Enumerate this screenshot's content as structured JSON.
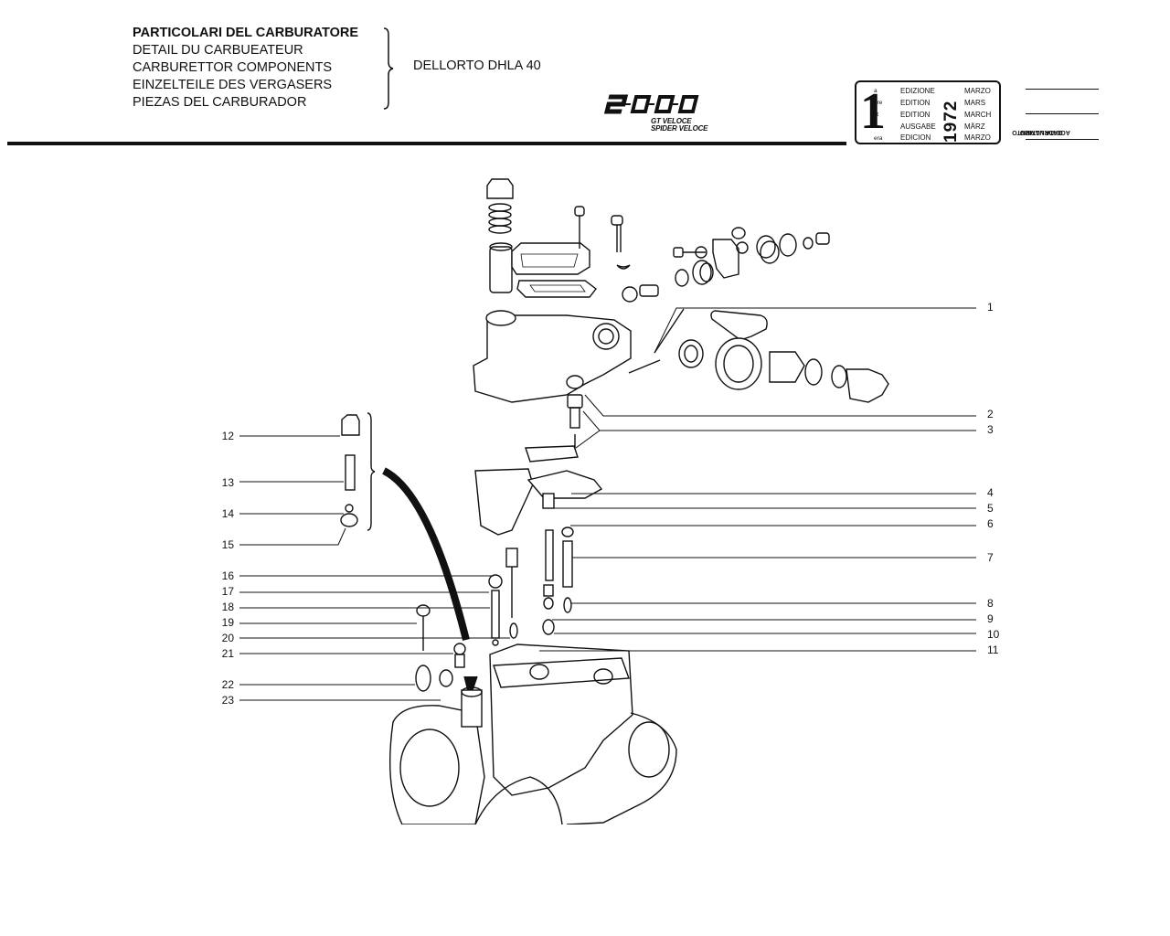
{
  "header": {
    "titles": [
      "PARTICOLARI DEL CARBURATORE",
      "DETAIL DU CARBUEATEUR",
      "CARBURETTOR COMPONENTS",
      "EINZELTEILE DES VERGASERS",
      "PIEZAS DEL CARBURADOR"
    ],
    "model": "DELLORTO DHLA 40",
    "logo_text": "2000",
    "logo_sub_1": "GT VELOCE",
    "logo_sub_2": "SPIDER VELOCE"
  },
  "edition": {
    "number": "1",
    "suffixes": [
      "a",
      "ere",
      "st",
      ".",
      "era"
    ],
    "labels": [
      "EDIZIONE",
      "EDITION",
      "EDITION",
      "AUSGABE",
      "EDICION"
    ],
    "year": "1972",
    "months": [
      "MARZO",
      "MARS",
      "MARCH",
      "MÄRZ",
      "MARZO"
    ],
    "update_label_1": "DATA ULTIMO",
    "update_label_2": "AGGIORNAMENTO"
  },
  "callouts_right": [
    "1",
    "2",
    "3",
    "4",
    "5",
    "6",
    "7",
    "8",
    "9",
    "10",
    "11"
  ],
  "callouts_left": [
    "12",
    "13",
    "14",
    "15",
    "16",
    "17",
    "18",
    "19",
    "20",
    "21",
    "22",
    "23"
  ]
}
